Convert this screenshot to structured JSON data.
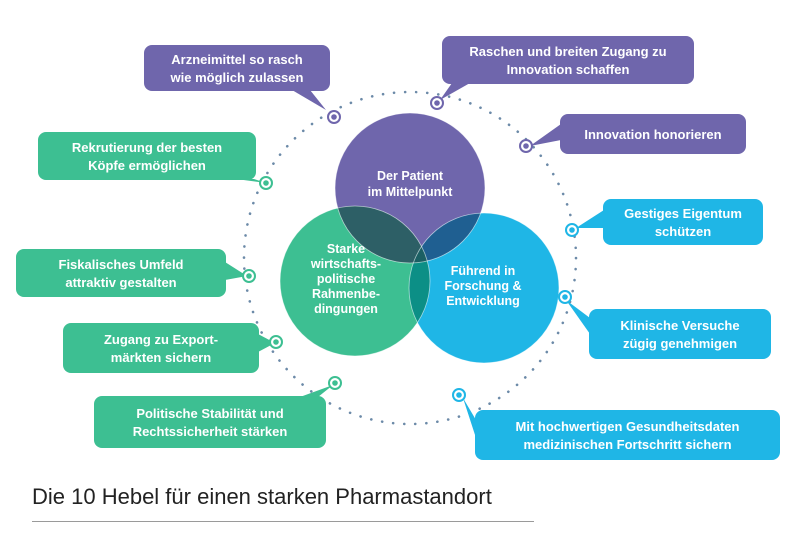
{
  "colors": {
    "purple": "#6f66ac",
    "green": "#3dbf92",
    "blue": "#1fb6e6",
    "overlap_purple_green": "#2d5f66",
    "overlap_purple_blue": "#1f5f91",
    "overlap_green_blue": "#0c8f86",
    "center": "#1b5f63",
    "dots": "#6c8aa8"
  },
  "circles": {
    "patient": [
      "Der Patient",
      "im Mittelpunkt"
    ],
    "framework": [
      "Starke",
      "wirtschafts-",
      "politische",
      "Rahmenbe-",
      "dingungen"
    ],
    "research": [
      "Führend in",
      "Forschung &",
      "Entwicklung"
    ]
  },
  "levers": [
    {
      "id": "arzneimittel",
      "color": "purple",
      "lines": [
        "Arzneimittel so rasch",
        "wie möglich zulassen"
      ]
    },
    {
      "id": "zugang-innovation",
      "color": "purple",
      "lines": [
        "Raschen und breiten Zugang zu",
        "Innovation schaffen"
      ]
    },
    {
      "id": "innovation-honorieren",
      "color": "purple",
      "lines": [
        "Innovation honorieren"
      ]
    },
    {
      "id": "eigentum",
      "color": "blue",
      "lines": [
        "Gestiges Eigentum",
        "schützen"
      ]
    },
    {
      "id": "versuche",
      "color": "blue",
      "lines": [
        "Klinische Versuche",
        "zügig genehmigen"
      ]
    },
    {
      "id": "gesundheitsdaten",
      "color": "blue",
      "lines": [
        "Mit hochwertigen Gesundheitsdaten",
        "medizinischen Fortschritt sichern"
      ]
    },
    {
      "id": "rekrutierung",
      "color": "green",
      "lines": [
        "Rekrutierung der besten",
        "Köpfe ermöglichen"
      ]
    },
    {
      "id": "fiskalisch",
      "color": "green",
      "lines": [
        "Fiskalisches Umfeld",
        "attraktiv gestalten"
      ]
    },
    {
      "id": "export",
      "color": "green",
      "lines": [
        "Zugang zu Export-",
        "märkten sichern"
      ]
    },
    {
      "id": "stabilitaet",
      "color": "green",
      "lines": [
        "Politische Stabilität und",
        "Rechtssicherheit stärken"
      ]
    }
  ],
  "caption": "Die 10 Hebel für einen starken Pharmastandort"
}
